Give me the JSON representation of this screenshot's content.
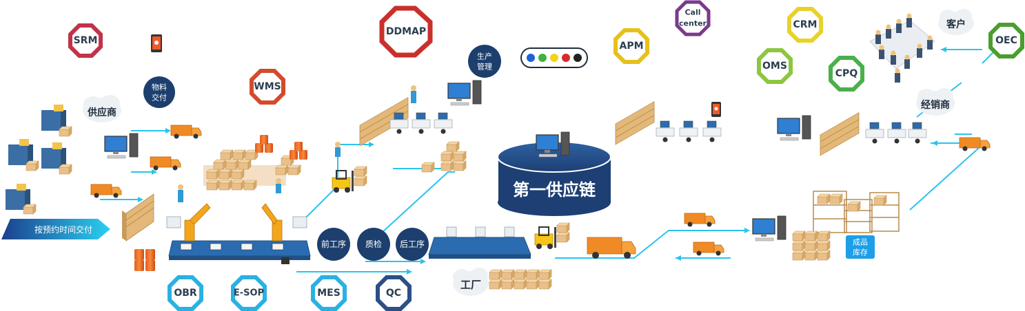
{
  "systems": {
    "srm": "SRM",
    "wms": "WMS",
    "ddmap": "DDMAP",
    "apm": "APM",
    "call_center_line1": "Call",
    "call_center_line2": "center",
    "crm": "CRM",
    "oec": "OEC",
    "oms": "OMS",
    "cpq": "CPQ",
    "obr": "OBR",
    "esop": "E-SOP",
    "mes": "MES",
    "qc": "QC"
  },
  "labels": {
    "material_delivery_1": "物料",
    "material_delivery_2": "交付",
    "production_mgmt_1": "生产",
    "production_mgmt_2": "管理",
    "supplier": "供应商",
    "customer": "客户",
    "dealer": "经销商",
    "factory": "工厂",
    "first_supply_chain": "第一供应链",
    "front_process": "前工序",
    "quality_check": "质检",
    "back_process": "后工序",
    "finished_goods_1": "成品",
    "finished_goods_2": "库存",
    "scheduled_delivery": "按预约时间交付"
  },
  "colors": {
    "blue_line": "#29c3ee",
    "navy": "#1c3f6e",
    "srm_ring": "#c2324a",
    "wms_ring": "#d24b2c",
    "ddmap_ring": "#c9302c",
    "apm_ring": "#e6c11a",
    "callcenter_ring": "#7a3a8c",
    "crm_ring": "#e8d22a",
    "oec_ring": "#4a9e2e",
    "oms_ring": "#8dc63f",
    "cpq_ring": "#4ab04a",
    "obr_ring": "#2ab1e3",
    "esop_ring": "#2ab1e3",
    "mes_ring": "#2ab1e3",
    "qc_ring": "#2c4f86",
    "status_dots": [
      "#1a63d8",
      "#3fb23f",
      "#f5d316",
      "#d92b2b",
      "#222222"
    ]
  }
}
